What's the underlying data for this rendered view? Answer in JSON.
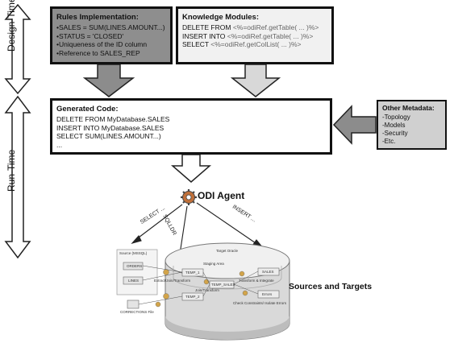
{
  "design_time_label": "Design-Time",
  "run_time_label": "Run-Time",
  "rules": {
    "title": "Rules Implementation:",
    "lines": [
      "•SALES = SUM(LINES.AMOUNT...)",
      "•STATUS = 'CLOSED'",
      "•Uniqueness of the ID column",
      "•Reference to SALES_REP"
    ]
  },
  "knowledge_modules": {
    "title": "Knowledge Modules:",
    "line1_kw": "DELETE FROM ",
    "line1_ref": "<%=odiRef.getTable( ... )%>",
    "line2_kw": "INSERT INTO ",
    "line2_ref": "<%=odiRef.getTable( ... )%>",
    "line3_kw": "SELECT ",
    "line3_ref": "<%=odiRef.getColList( ... )%>"
  },
  "generated_code": {
    "title": "Generated Code:",
    "lines": [
      "DELETE FROM MyDatabase.SALES",
      "INSERT INTO MyDatabase.SALES",
      "SELECT SUM(LINES.AMOUNT...)",
      "..."
    ]
  },
  "other_metadata": {
    "title": "Other Metadata:",
    "lines": [
      "-Topology",
      "-Models",
      "-Security",
      "-Etc."
    ]
  },
  "agent_label": "ODI Agent",
  "sources_label": "Sources and Targets",
  "connectors": {
    "select": "SELECT ...",
    "sqlldr": "SQLLDR",
    "insert": "INSERT ..."
  },
  "thumb": {
    "target_title": "Target Oracle",
    "source_title": "Source (MSSQL)",
    "staging_title": "Staging Area",
    "flat_file": "CORRECTIONS File",
    "orders": "ORDERS",
    "lines": "LINES",
    "temp1": "TEMP_1",
    "temp2": "TEMP_2",
    "temp_sales": "TEMP_SALES",
    "sales": "SALES",
    "errors": "Errors",
    "extract_load": "Extract/Join/Transform",
    "transform_integrate": "Transform & Integrate",
    "check_constraints": "Check Constraints/ Isolate Errors",
    "join_transform": "Join/Transform"
  },
  "colors": {
    "rules_bg": "#8e8e8e",
    "km_bg": "#f1f1f1",
    "meta_bg": "#d0d0d0",
    "arrow_fill": "#8c8c8c"
  }
}
